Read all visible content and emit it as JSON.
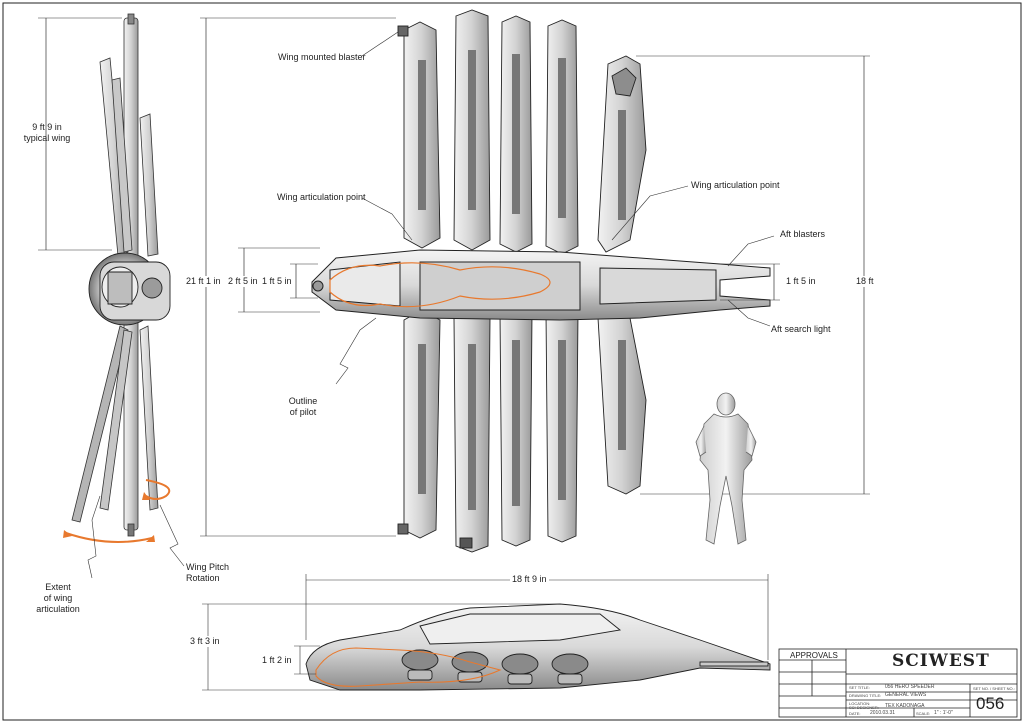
{
  "labels": {
    "typical_wing_dim_1": "9 ft 9 in",
    "typical_wing_dim_2": "typical wing",
    "wing_mounted_blaster": "Wing mounted blaster",
    "wing_articulation_point_left": "Wing articulation point",
    "wing_articulation_point_right": "Wing articulation point",
    "aft_blasters": "Aft blasters",
    "aft_search_light": "Aft search light",
    "outline_of_pilot_1": "Outline",
    "outline_of_pilot_2": "of pilot",
    "extent_1": "Extent",
    "extent_2": "of wing",
    "extent_3": "articulation",
    "wing_pitch_1": "Wing Pitch",
    "wing_pitch_2": "Rotation",
    "span_total": "21 ft 1 in",
    "body_height_outer": "2 ft 5 in",
    "body_height_inner": "1 ft 5 in",
    "aft_height": "1 ft 5 in",
    "wing_height": "18 ft",
    "side_length": "18 ft 9 in",
    "side_height": "3 ft 3 in",
    "side_inner_height": "1 ft 2 in"
  },
  "title_block": {
    "approvals": "APPROVALS",
    "logo": "SCIWEST",
    "set_label": "SET TITLE:",
    "set_title": "056 HERO SPEEDER",
    "drawing_label": "DRAWING TITLE:",
    "drawing_title": "GENERAL VIEWS",
    "location_label": "LOCATION:",
    "designer_label": "SCI DESIGNER:",
    "designer": "TEX KADONAGA",
    "date_label": "DATE:",
    "date": "2010.03.31",
    "scale_label": "SCALE:",
    "scale": "1\" : 1'-0\"",
    "set_no_label": "SET NO. / SHEET NO.:",
    "set_no": "056"
  },
  "colors": {
    "line": "#222222",
    "dim": "#333333",
    "accent": "#e8792e",
    "hull_light": "#e6e6e6",
    "hull_mid": "#bdbdbd",
    "hull_dark": "#5a5a5a"
  }
}
